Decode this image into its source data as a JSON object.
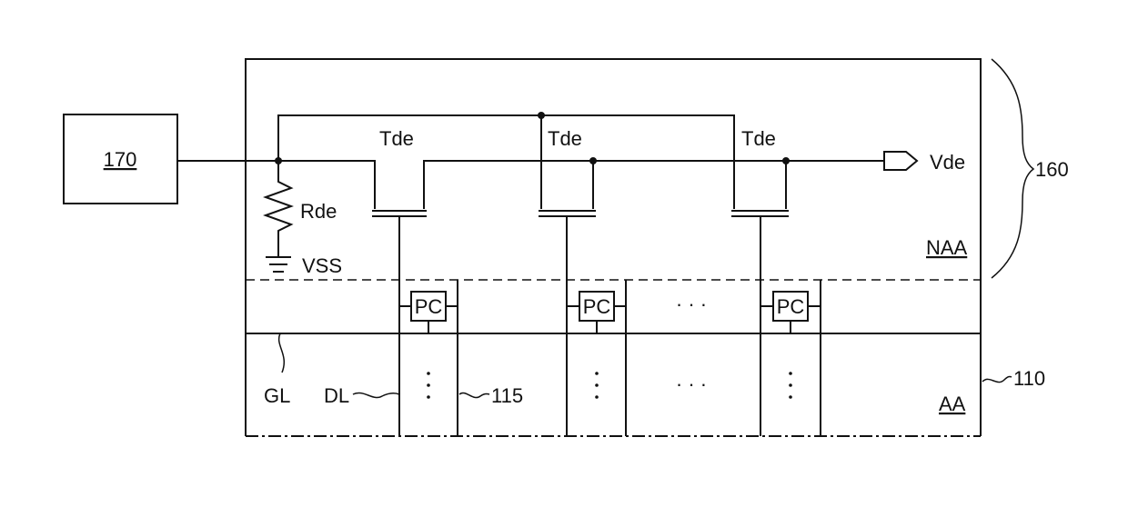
{
  "block_170": {
    "label": "170"
  },
  "labels": {
    "tde": [
      "Tde",
      "Tde",
      "Tde"
    ],
    "vde": "Vde",
    "rde": "Rde",
    "vss": "VSS",
    "naa": "NAA",
    "aa": "AA",
    "gl": "GL",
    "dl": "DL",
    "ref_115": "115",
    "ref_110": "110",
    "ref_160": "160"
  },
  "pixel_circuits": [
    "PC",
    "PC",
    "PC"
  ],
  "ellipsis": {
    "horizontal": "· · ·",
    "vertical": "·\n·\n·"
  }
}
